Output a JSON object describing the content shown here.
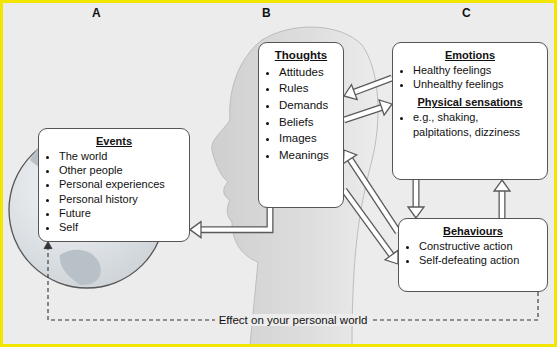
{
  "diagram": {
    "nodes": [
      {
        "text": [
          "Events",
          "The world",
          "Other people",
          "Personal experiences",
          "Personal history",
          "Future",
          "Self"
        ]
      },
      {
        "text": [
          "Thoughts",
          "Attitudes",
          "Rules",
          "Demands",
          "Beliefs",
          "Images",
          "Meanings"
        ]
      },
      {
        "text": [
          "Emotions",
          "Healthy feelings",
          "Unhealthy feelings",
          "Physical sensations",
          "e.g., shaking, palpitations, dizziness"
        ]
      },
      {
        "text": [
          "Behaviours",
          "Constructive action",
          "Self-defeating action"
        ]
      }
    ],
    "edges": [
      {
        "from": 1,
        "to": 0,
        "arrow": "to"
      },
      {
        "from": 2,
        "to": 1,
        "arrow": "to"
      },
      {
        "from": 1,
        "to": 2,
        "arrow": "to"
      },
      {
        "from": 3,
        "to": 1,
        "arrow": "to"
      },
      {
        "from": 1,
        "to": 3,
        "arrow": "to"
      },
      {
        "from": 2,
        "to": 3,
        "arrow": "to"
      },
      {
        "from": 3,
        "to": 2,
        "arrow": "to"
      },
      {
        "from": 3,
        "to": 0,
        "label": "Effect on your personal world",
        "arrow": "to"
      }
    ],
    "labels": [
      "A",
      "B",
      "C"
    ]
  }
}
